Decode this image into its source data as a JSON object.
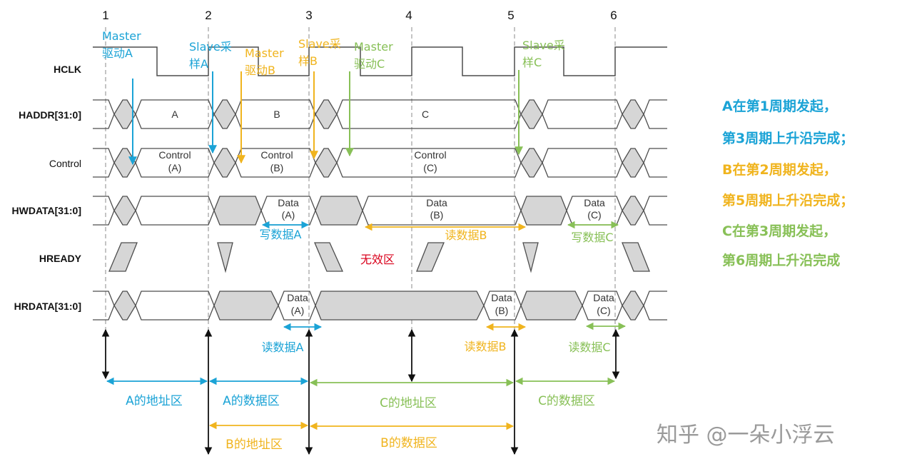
{
  "colors": {
    "blue": "#1ba3d6",
    "orange": "#f0b41e",
    "green": "#88c057",
    "red": "#d9001b",
    "signal": "#4d4d4d",
    "fill": "#d6d6d6",
    "grid": "#8a8a8a",
    "black": "#111111"
  },
  "cycles": [
    "1",
    "2",
    "3",
    "4",
    "5",
    "6"
  ],
  "signals": {
    "hclk": "HCLK",
    "haddr": "HADDR[31:0]",
    "control": "Control",
    "hwdata": "HWDATA[31:0]",
    "hready": "HREADY",
    "hrdata": "HRDATA[31:0]"
  },
  "bus_values": {
    "addr_a": "A",
    "addr_b": "B",
    "addr_c": "C",
    "control_word": "Control",
    "ctrl_a": "(A)",
    "ctrl_b": "(B)",
    "ctrl_c": "(C)",
    "data_word": "Data",
    "wdata_a": "(A)",
    "wdata_b": "(B)",
    "wdata_c": "(C)",
    "rdata_a": "(A)",
    "rdata_b": "(B)",
    "rdata_c": "(C)"
  },
  "annotations": {
    "master_drive_a_1": "Master",
    "master_drive_a_2": "驱动A",
    "slave_sample_a_1": "Slave采",
    "slave_sample_a_2": "样A",
    "master_drive_b_1": "Master",
    "master_drive_b_2": "驱动B",
    "slave_sample_b_1": "Slave采",
    "slave_sample_b_2": "样B",
    "master_drive_c_1": "Master",
    "master_drive_c_2": "驱动C",
    "slave_sample_c_1": "Slave采",
    "slave_sample_c_2": "样C",
    "write_data_a": "写数据A",
    "read_data_b_top": "读数据B",
    "write_data_c": "写数据C",
    "invalid_zone": "无效区",
    "read_data_a": "读数据A",
    "read_data_b": "读数据B",
    "read_data_c": "读数据C",
    "addr_phase_a": "A的地址区",
    "data_phase_a": "A的数据区",
    "addr_phase_c": "C的地址区",
    "data_phase_c": "C的数据区",
    "addr_phase_b": "B的地址区",
    "data_phase_b": "B的数据区"
  },
  "side_notes": [
    "A在第1周期发起，",
    "第3周期上升沿完成；",
    "B在第2周期发起，",
    "第5周期上升沿完成；",
    "C在第3周期发起，",
    "第6周期上升沿完成"
  ],
  "watermark": "知乎 @一朵小浮云"
}
